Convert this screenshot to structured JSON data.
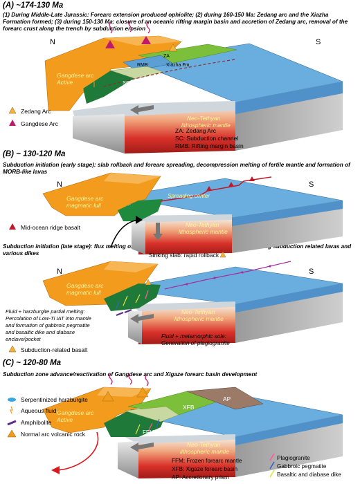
{
  "panelA": {
    "heading": "(A) ~174-130 Ma",
    "caption": "(1) During Middle-Late Jurassic: Forearc extension produced ophiolite; (2) during 160-150 Ma: Zedang arc and the Xiazha Formation formed; (3) during 150-130 Ma: closure of an oceanic rifting margin basin and accretion of Zedang arc, removal of the forearc crust along the trench by subduction erosion",
    "N": "N",
    "S": "S",
    "arc1": "Gangdese arc",
    "arc2": "Active",
    "ZA": "ZA",
    "RMB": "RMB",
    "xiazha": "Xiazha Fm",
    "SC": "SC",
    "mantle1": "Neo-Tethyan",
    "mantle2": "lithospheric mantle",
    "legend_zedang": "Zedang Arc",
    "legend_gangdese": "Gangdese Arc",
    "abbr1": "ZA: Zedang Arc",
    "abbr2": "SC: Subduction channel",
    "abbr3": "RMB: Rifting margin basin"
  },
  "panelB": {
    "heading": "(B) ~ 130-120 Ma",
    "caption": "Subduction initiation (early stage): slab rollback and forearc spreading, decompression melting of fertile mantle and formation of MORB-like lavas",
    "N": "N",
    "S": "S",
    "arc1": "Gangdese arc",
    "arc2": "magmatic lull",
    "spreading": "Spreading center",
    "mantle1": "Neo-Tethyan",
    "mantle2": "lithospheric mantle",
    "legend_morb": "Mid-ocean ridge basalt",
    "sinking": "Sinking slab: rapid rollback"
  },
  "panelB2": {
    "caption": "Subduction initiation (late stage): flux melting of depleted mantle and metamorphic sole, generating subduction related lavas and various dikes",
    "N": "N",
    "S": "S",
    "arc1": "Gangdese arc",
    "arc2": "magmatic lull",
    "mantle1": "Neo-Tethyan",
    "mantle2": "lithospheric mantle",
    "fluid_note": [
      "Fluid + harzburgite partial melting:",
      "Percolation of Low-Ti IAT into mantle",
      "and formation of gabbroic pegmatite",
      "and basaltic dike and diabase",
      "enclave/pocket"
    ],
    "legend_sub": "Subduction-related basalt",
    "sole1": "Fluid + metamorphic sole:",
    "sole2": "Generation of plagiogranite"
  },
  "panelC": {
    "heading": "(C) ~ 120-80 Ma",
    "caption": "Subduction zone advance/reactivation of Gangdese arc and Xigaze forearc basin development",
    "arc1": "Gangdese arc",
    "arc2": "Active",
    "XFB": "XFB",
    "AP": "AP",
    "FFM": "FFM",
    "mantle1": "Neo-Tethyan",
    "mantle2": "lithospheric mantle",
    "legend": [
      "Serpentinized harzburgite",
      "Aqueous fluid",
      "Amphibolite",
      "Normal arc volcanic rock"
    ],
    "abbr": [
      "FFM: Frozen forearc mantle",
      "XFB: Xigaze forearc basin",
      "AP: Accretionary prism"
    ],
    "dikes": [
      "Plagiogranite",
      "Gabbroic pegmatite",
      "Basaltic and diabase dike"
    ]
  },
  "colors": {
    "arc": "#f29b1d",
    "ocean": "#6aaee0",
    "green_basin": "#7bbf3a",
    "dark_green": "#1f7a3a",
    "mantle_red": "#d9312a",
    "slab_gray": "#9a9a9a"
  }
}
